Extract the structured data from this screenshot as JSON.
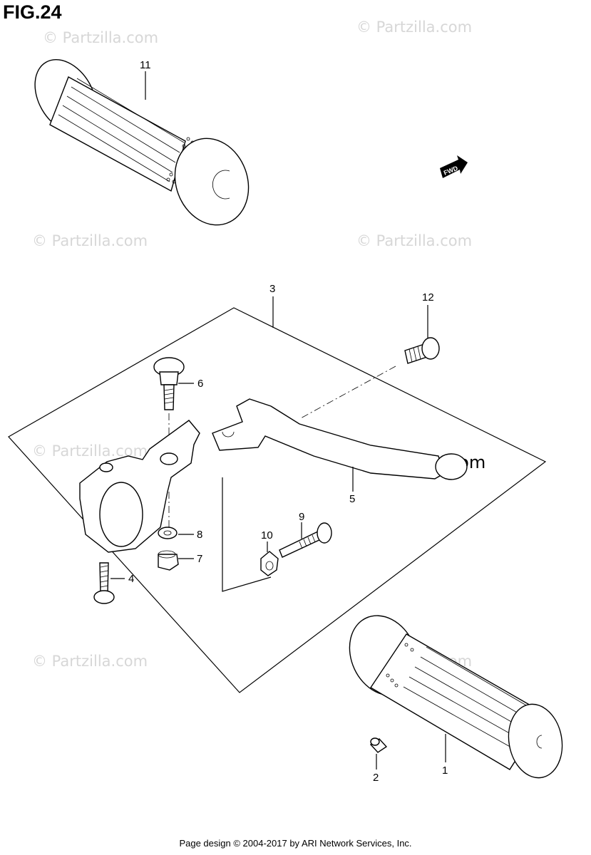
{
  "figure": {
    "title": "FIG.24",
    "footer": "Page design © 2004-2017 by ARI Network Services, Inc."
  },
  "watermark": {
    "text": "© Partzilla.com"
  },
  "fwd_badge": "FWD",
  "callouts": [
    "11",
    "12",
    "3",
    "6",
    "5",
    "9",
    "10",
    "8",
    "7",
    "4",
    "1",
    "2"
  ]
}
